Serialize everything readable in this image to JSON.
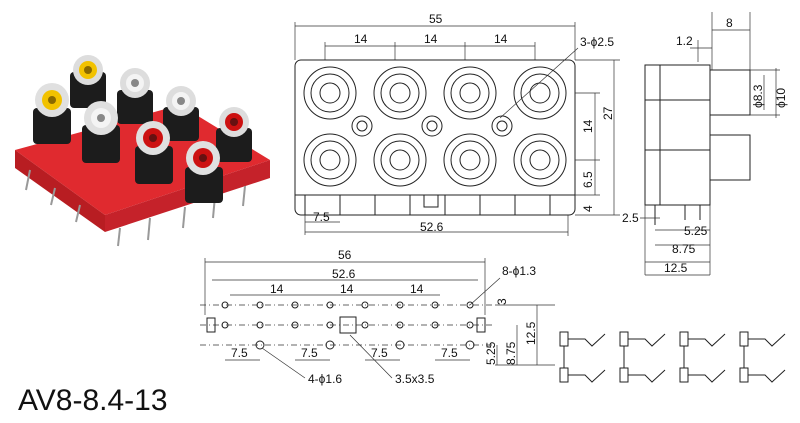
{
  "model": "AV8-8.4-13",
  "front_view": {
    "overall_width": "55",
    "pitch_1": "14",
    "pitch_2": "14",
    "pitch_3": "14",
    "hole_note": "3-ϕ2.5",
    "height_total": "27",
    "row_spacing": "14",
    "dim_6_5": "6.5",
    "dim_4": "4",
    "offset": "7.5",
    "base_width": "52.6"
  },
  "side_view": {
    "depth": "8",
    "dim_1_2": "1.2",
    "dia_8_3": "ϕ8.3",
    "dia_10": "ϕ10",
    "dim_2_5": "2.5",
    "dim_5_25": "5.25",
    "dim_8_75": "8.75",
    "dim_12_5": "12.5"
  },
  "pcb_layout": {
    "overall": "56",
    "inner": "52.6",
    "pitch_1": "14",
    "pitch_2": "14",
    "pitch_3": "14",
    "hole_note": "8-ϕ1.3",
    "dim_3": "3",
    "offset_1": "7.5",
    "offset_2": "7.5",
    "offset_3": "7.5",
    "offset_4": "7.5",
    "hole_note_2": "4-ϕ1.6",
    "square_note": "3.5x3.5",
    "dim_5_25": "5.25",
    "dim_8_75": "8.75",
    "dim_12_5": "12.5"
  },
  "colors": {
    "housing": "#d8232a",
    "jack_black": "#1c1c1c",
    "yellow": "#f2c200",
    "white": "#eeeeee",
    "red": "#cc1111"
  }
}
